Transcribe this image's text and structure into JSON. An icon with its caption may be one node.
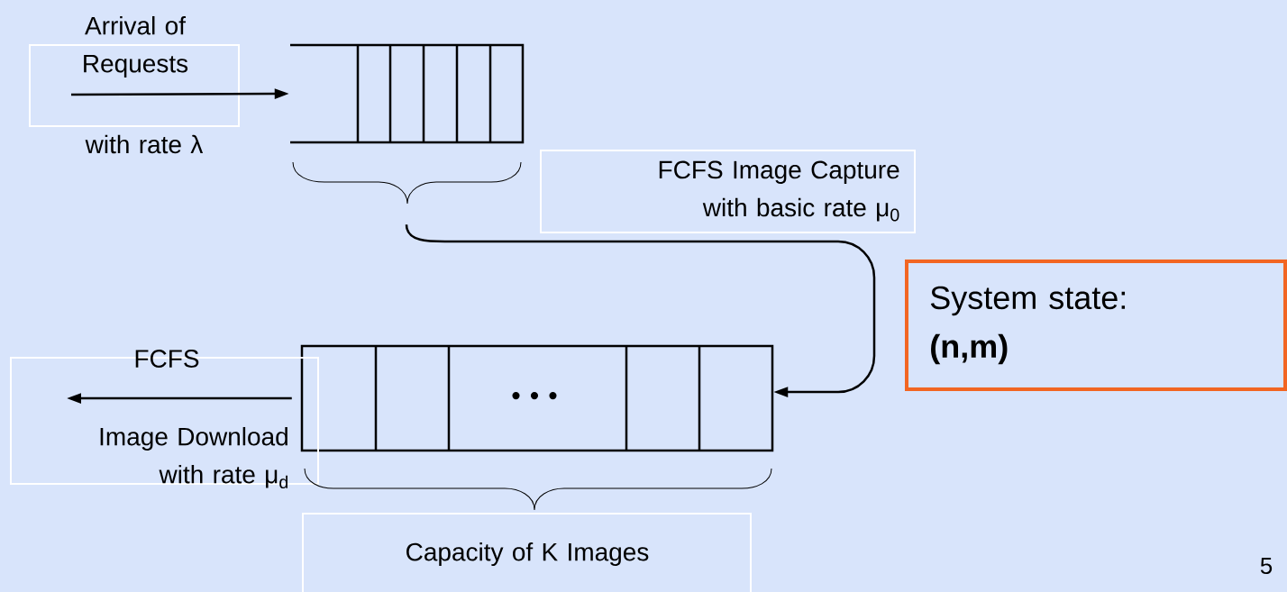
{
  "diagram": {
    "nodes": [
      {
        "text": [
          "Arrival of Requests",
          "with rate λ"
        ]
      },
      {
        "text": [],
        "shape": "box"
      },
      {
        "text": [
          "FCFS Image Capture with basic rate μ$_{0}$"
        ]
      },
      {
        "text": [
          "• • •"
        ]
      },
      {
        "text": [
          "FCFS",
          "Image Download with rate μ$_{d}$"
        ]
      },
      {
        "text": [
          "Capacity of K Images"
        ]
      },
      {
        "text": [
          "System state: **(n,m)**"
        ]
      }
    ],
    "edges": [
      {
        "from": 0,
        "to": 1,
        "arrow": "to"
      },
      {
        "from": 1,
        "to": 3,
        "arrow": "to"
      },
      {
        "from": 3,
        "to": 4,
        "arrow": "to"
      }
    ],
    "labels": [
      "5"
    ]
  }
}
